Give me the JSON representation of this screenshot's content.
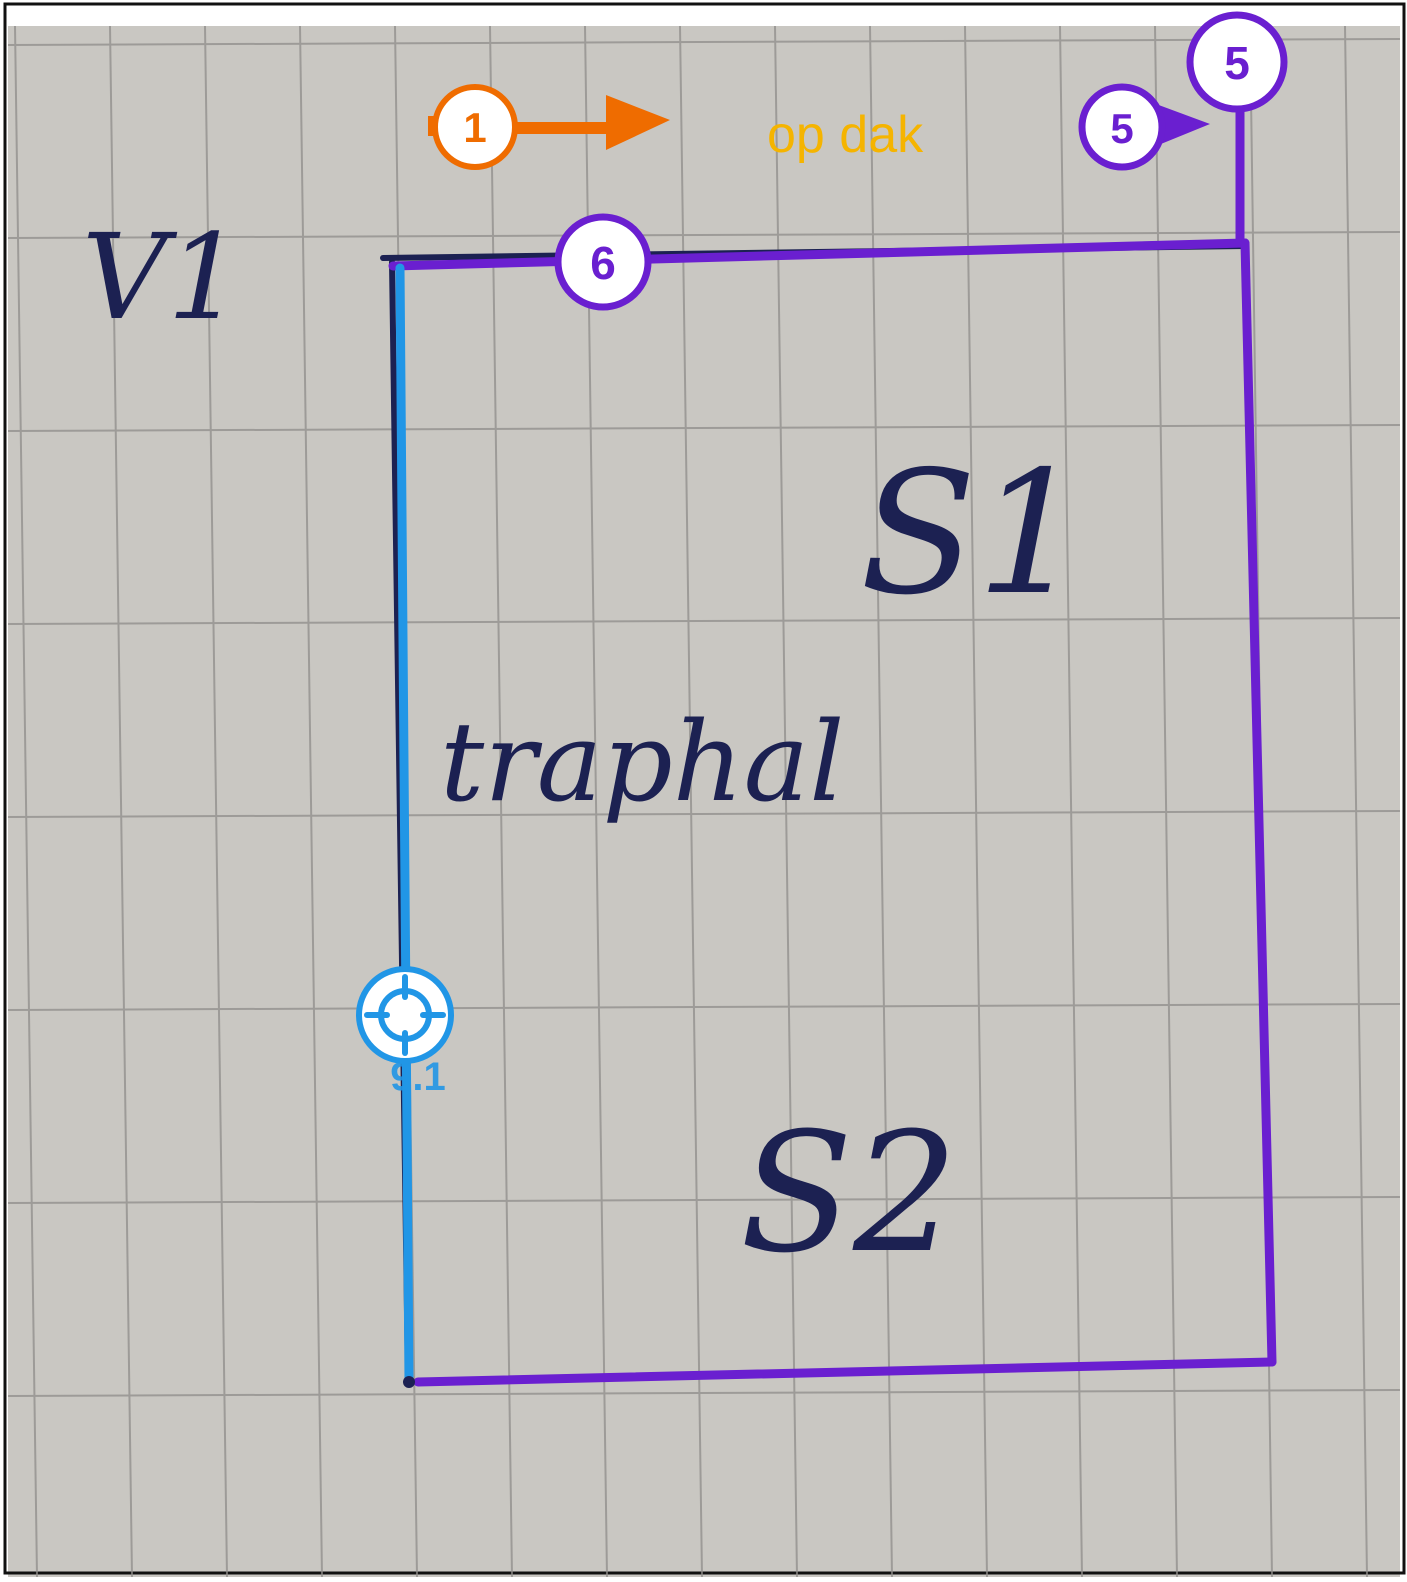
{
  "colors": {
    "paper": "#c9c7c2",
    "grid": "#8f8d8a",
    "ink": "#1c2152",
    "wall_purple": "#6a1fd0",
    "wall_blue": "#2196e6",
    "orange": "#ef6c00",
    "label_orange": "#f5b400",
    "frame": "#111111"
  },
  "handwritten": {
    "v1": "V1",
    "s1": "S1",
    "s2": "S2",
    "traphal": "traphal"
  },
  "markers": {
    "orange_number": "1",
    "orange_label": "op dak",
    "purple_top": "5",
    "purple_left": "5",
    "purple_wall": "6",
    "blue_label": "9.1",
    "blue_icon": "crosshair-icon"
  }
}
